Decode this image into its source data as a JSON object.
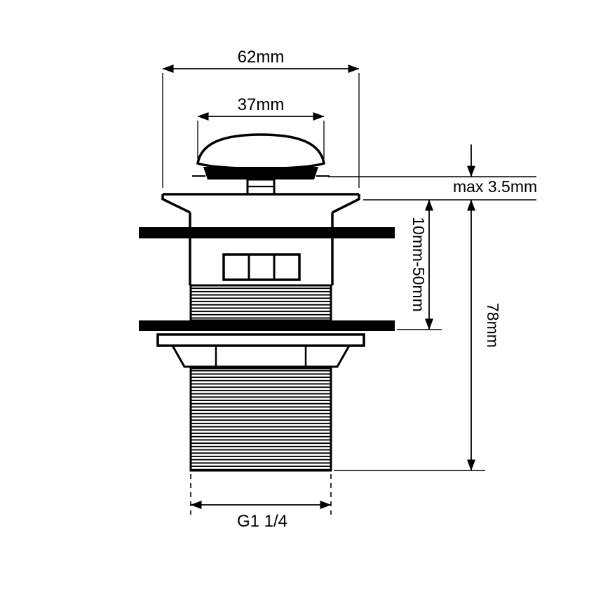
{
  "meta": {
    "description": "Technical dimensional drawing of a pop-up basin waste drain fitting",
    "background_color": "#ffffff",
    "line_color": "#000000"
  },
  "dimensions": {
    "flange_width": "62mm",
    "cap_width": "37mm",
    "deck_max": "max 3.5mm",
    "clamp_range": "10mm-50mm",
    "thread_length": "78mm",
    "thread_size": "G1 1/4"
  }
}
